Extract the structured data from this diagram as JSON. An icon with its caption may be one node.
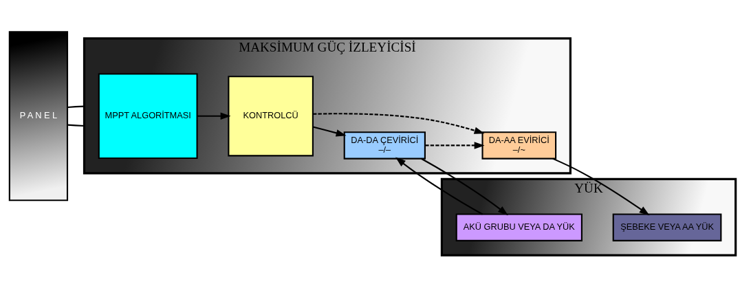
{
  "diagram": {
    "nodes": [
      {
        "text": [
          "P A N E L"
        ]
      },
      {
        "text": [
          "MAKSİMUM GÜÇ İZLEYİCİSİ"
        ]
      },
      {
        "text": [
          "MPPT ALGORİTMASI"
        ],
        "in": 1
      },
      {
        "text": [
          "KONTROLCÜ"
        ],
        "in": 1
      },
      {
        "text": [
          "DA-AA EVİRİCİ",
          "–/~"
        ],
        "in": 1
      },
      {
        "text": [
          "DA-DA ÇEVİRİCİ",
          "–/–"
        ],
        "in": 1
      },
      {
        "text": [
          "YÜK"
        ]
      },
      {
        "text": [
          "ŞEBEKE VEYA AA YÜK"
        ],
        "in": 6
      },
      {
        "text": [
          "AKÜ GRUBU VEYA DA YÜK"
        ],
        "in": 6
      }
    ],
    "edges": [
      {
        "from": 0,
        "to": 1,
        "arrow": "none"
      },
      {
        "from": 0,
        "to": 1,
        "arrow": "none"
      },
      {
        "from": 2,
        "to": 3,
        "arrow": "to"
      },
      {
        "from": 3,
        "to": 4,
        "arrow": "to",
        "style": "dashed"
      },
      {
        "from": 3,
        "to": 5,
        "arrow": "to"
      },
      {
        "from": 5,
        "to": 4,
        "arrow": "to",
        "style": "dashed"
      },
      {
        "from": 4,
        "to": 7,
        "arrow": "to"
      },
      {
        "from": 8,
        "to": 5,
        "arrow": "to"
      },
      {
        "from": 5,
        "to": 8,
        "arrow": "to"
      }
    ]
  }
}
